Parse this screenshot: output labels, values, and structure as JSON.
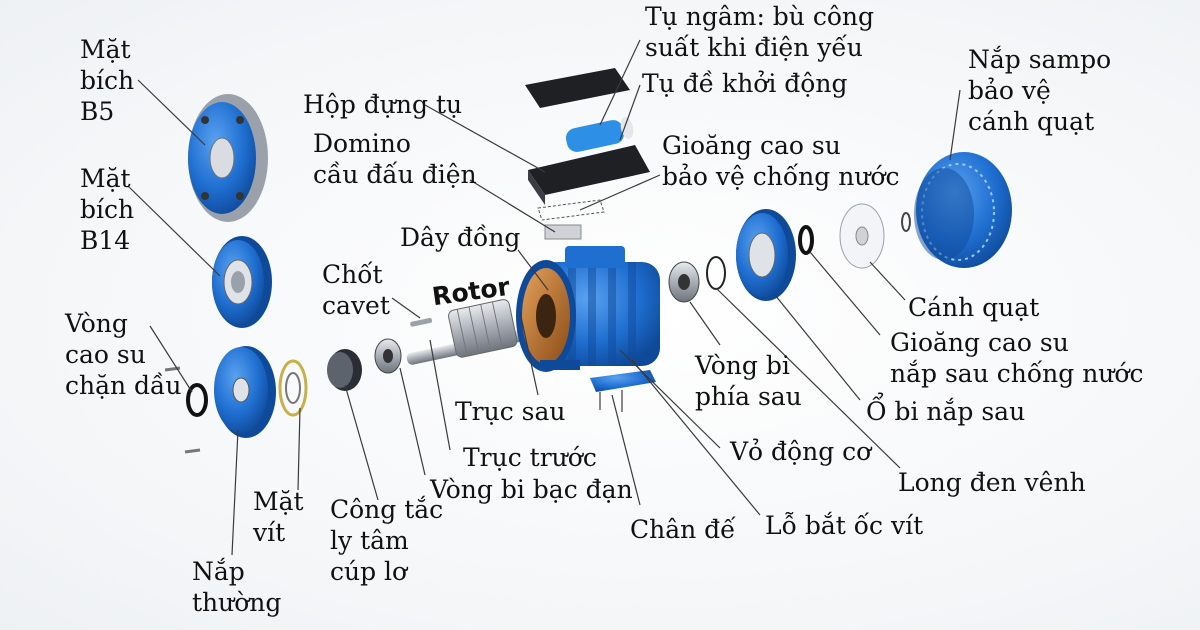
{
  "labels": {
    "mat_bich_b5": [
      "Mặt",
      "bích",
      "B5"
    ],
    "mat_bich_b14": [
      "Mặt",
      "bích",
      "B14"
    ],
    "vong_cao_su": [
      "Vòng",
      "cao su",
      "chặn dầu"
    ],
    "mat_vit": [
      "Mặt",
      "vít"
    ],
    "nap_thuong": [
      "Nắp",
      "thường"
    ],
    "cong_tac": [
      "Công tắc",
      "ly tâm",
      "cúp lơ"
    ],
    "chot_cavet": [
      "Chốt",
      "cavet"
    ],
    "rotor": "Rotor",
    "truc_sau": "Trục sau",
    "truc_truoc": "Trục trước",
    "vong_bi_bac_dan": "Vòng bi bạc đạn",
    "day_dong": "Dây đồng",
    "domino": [
      "Domino",
      "cầu đấu điện"
    ],
    "hop_dung_tu": "Hộp đựng tụ",
    "tu_ngam": [
      "Tụ ngâm: bù công",
      "suất khi điện yếu"
    ],
    "tu_de": "Tụ đề khởi động",
    "gioang_bao_ve": [
      "Gioăng cao su",
      "bảo vệ chống nước"
    ],
    "nap_sampo": [
      "Nắp sampo",
      "bảo vệ",
      "cánh quạt"
    ],
    "canh_quat": "Cánh quạt",
    "gioang_nap_sau": [
      "Gioăng cao su",
      "nắp sau chống nước"
    ],
    "o_bi_nap_sau": "Ổ bi nắp sau",
    "vong_bi_phia_sau": [
      "Vòng bi",
      "phía sau"
    ],
    "vo_dong_co": "Vỏ động cơ",
    "long_den_venh": "Long đen vênh",
    "chan_de": "Chân đế",
    "lo_bat_oc_vit": "Lỗ bắt ốc vít"
  },
  "colors": {
    "motor_blue": "#1f6fd1",
    "motor_blue_dark": "#0f4a9a",
    "metal": "#b8bcc2",
    "copper": "#c77a2e",
    "leader": "#3a3a3a"
  }
}
